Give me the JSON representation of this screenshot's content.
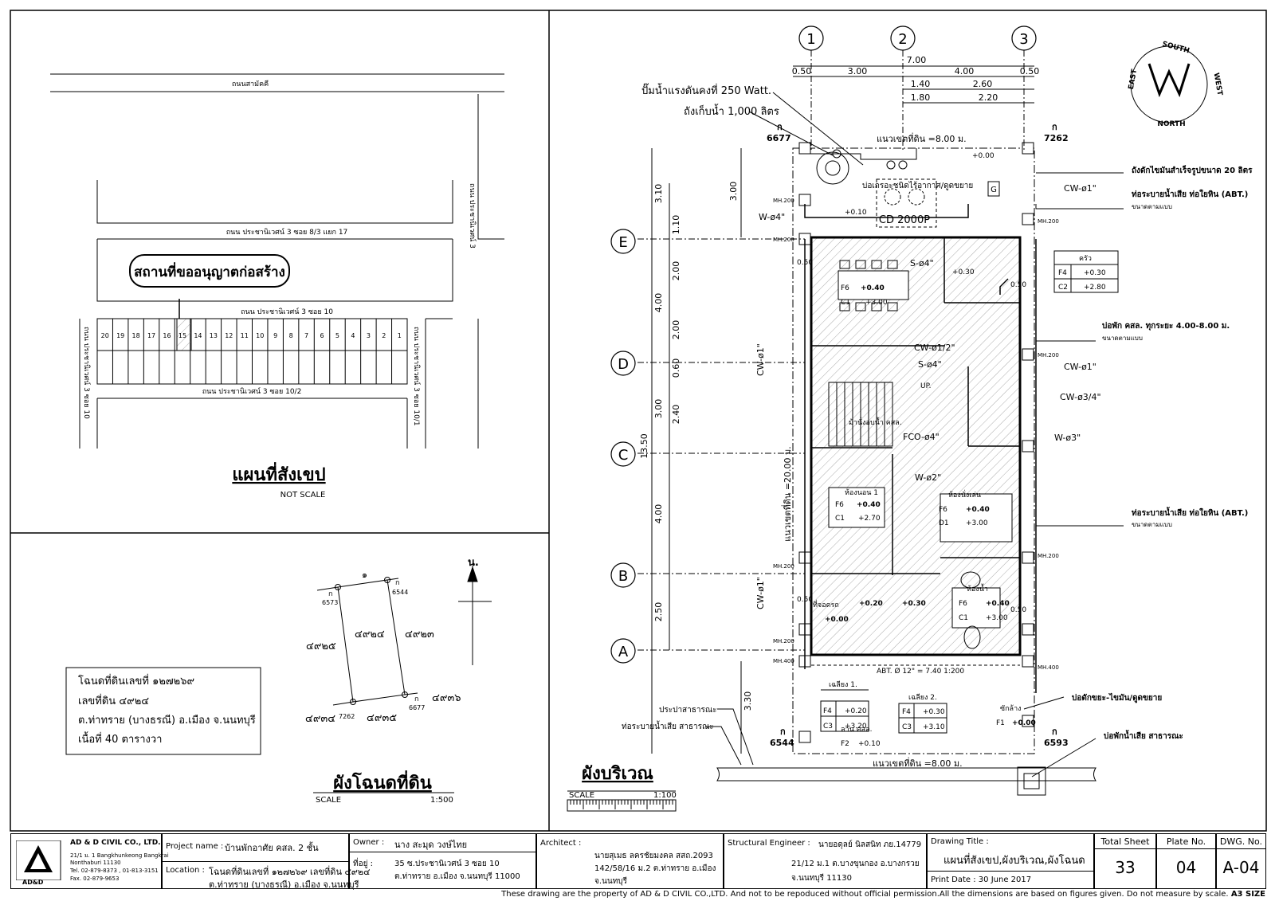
{
  "location_map": {
    "title": "แผนที่สังเขป",
    "scale_note": "NOT SCALE",
    "callout": "สถานที่ขออนุญาตก่อสร้าง",
    "roads": {
      "top": "ถนนสามัคคี",
      "upper": "ถนน ประชานิเวศน์ 3 ซอย 8/3 แยก 17",
      "middle": "ถนน ประชานิเวศน์ 3 ซอย 10",
      "lower": "ถนน ประชานิเวศน์ 3 ซอย 10/2",
      "right_vertical": "ถนน ประชานิเวศน์ 3",
      "left_vertical": "ถนน ประชานิเวศน์ 3 ซอย 10",
      "right_vertical_lower": "ถนน ประชานิเวศน์ 3 ซอย 10/1"
    },
    "lots": [
      "20",
      "19",
      "18",
      "17",
      "16",
      "15",
      "14",
      "13",
      "12",
      "11",
      "10",
      "9",
      "8",
      "7",
      "6",
      "5",
      "4",
      "3",
      "2",
      "1"
    ],
    "highlight_lot": "15"
  },
  "deed_plan": {
    "title": "ผังโฉนดที่ดิน",
    "scale_label": "SCALE",
    "scale_value": "1:500",
    "north": "น.",
    "info_lines": [
      "โฉนดที่ดินเลขที่ ๑๒๗๒๖๙",
      "เลขที่ดิน ๔๙๒๔",
      "ต.ท่าทราย (บางธรณี) อ.เมือง จ.นนทบุรี",
      "เนื้อที่ 40 ตารางวา"
    ],
    "center_lot": "๔๙๒๔",
    "top_label": "๑",
    "left_lot": "๔๙๒๕",
    "right_lot": "๔๙๒๓",
    "bottom_lot": "๔๙๓๕",
    "bottom_left_lot": "๔๙๓๔",
    "bottom_right_lot": "๔๙๓๖",
    "pins": {
      "tl_k": "ก",
      "tl": "6573",
      "tr_k": "ก",
      "tr": "6544",
      "bl": "7262",
      "br_k": "ก",
      "br": "6677"
    }
  },
  "site_plan": {
    "title": "ผังบริเวณ",
    "scale_label": "SCALE",
    "scale_value": "1:100",
    "grid_top": [
      "1",
      "2",
      "3"
    ],
    "grid_left": [
      "E",
      "D",
      "C",
      "B",
      "A"
    ],
    "dims_top": {
      "total": "7.00",
      "a": "0.50",
      "b": "3.00",
      "c": "4.00",
      "d": "0.50",
      "e": "1.40",
      "f": "2.60",
      "g": "1.80",
      "h": "2.20"
    },
    "dims_left_outer": [
      "3.10",
      "1.10",
      "4.00",
      "3.00",
      "13.50",
      "4.00",
      "2.50",
      "3.30"
    ],
    "dims_left_inner": [
      "3.00",
      "2.00",
      "2.00",
      "0.60",
      "2.40"
    ],
    "boundary_top": "แนวเขตที่ดิน =8.00 ม.",
    "boundary_bottom": "แนวเขตที่ดิน =8.00 ม.",
    "boundary_left": "แนวเขตที่ดิน =20.00 ม.",
    "pins": {
      "tl_k": "ก",
      "tl": "6677",
      "tr_k": "ก",
      "tr": "7262",
      "bl_k": "ก",
      "bl": "6544",
      "br_k": "ก",
      "br": "6593"
    },
    "pump_label": "ปั๊มน้ำแรงดันคงที่ 250 Watt.",
    "tank_label": "ถังเก็บน้ำ 1,000 ลิตร",
    "filter_label": "บ่อเกรอะชนิดไร้อากาศ/ดูดขยาย",
    "tank_model": "CD 2000P",
    "right_notes": [
      "ถังดักไขมันสำเร็จรูปขนาด 20 ลิตร",
      "ท่อระบายน้ำเสีย ท่อใยหิน (ABT.)",
      "ขนาดตามแบบ",
      "บ่อพัก คสล. ทุกระยะ 4.00-8.00 ม.",
      "ขนาดตามแบบ",
      "ท่อระบายน้ำเสีย ท่อใยหิน (ABT.)",
      "ขนาดตามแบบ",
      "บ่อดักขยะ-ไขมัน/ดูดขยาย",
      "บ่อพักน้ำเสีย สาธารณะ"
    ],
    "left_notes": [
      "ประปาสาธารณะ",
      "ท่อระบายน้ำเสีย สาธารณะ"
    ],
    "pipes": [
      "CW-ø1\"",
      "CW-ø1\"",
      "CW-ø3/4\"",
      "W-ø3\"",
      "W-ø4\"",
      "S-ø4\"",
      "CW-ø1/2\"",
      "S-ø4\"",
      "FCO-ø4\"",
      "W-ø2\"",
      "CW-ø1\"",
      "CW-ø1\""
    ],
    "elev": [
      "+0.00",
      "+0.10",
      "+0.30",
      "+0.40",
      "+0.40",
      "+0.40",
      "+0.40",
      "+0.20",
      "+0.30",
      "+0.00",
      "+0.00",
      "+0.10"
    ],
    "mh": "MH.200",
    "mh400": "MH.400",
    "up": "UP.",
    "stair_note": "ม้านั่งอบน้ำ คสล.",
    "abt_note": "ABT. Ø 12\" = 7.40 1:200",
    "rooms": {
      "kitchen": "ครัว",
      "k_f": "F4",
      "k_fv": "+0.30",
      "k_c": "C2",
      "k_cv": "+2.80",
      "dining_f": "F6",
      "dining_fv": "+0.40",
      "dining_c": "C1",
      "dining_cv": "+3.00",
      "bed1": "ห้องนอน 1",
      "bed1_f": "F6",
      "bed1_fv": "+0.40",
      "bed1_c": "C1",
      "bed1_cv": "+2.70",
      "living": "ห้องนั่งเล่น",
      "liv_f": "F6",
      "liv_fv": "+0.40",
      "liv_c": "D1",
      "liv_cv": "+3.00",
      "bath": "ห้องน้ำ",
      "bath_f": "F6",
      "bath_fv": "+0.40",
      "bath_c": "C1",
      "bath_cv": "+3.00",
      "porch": "ที่จอดรถ",
      "ter1": "เฉลียง 1.",
      "ter1_f": "F4",
      "ter1_fv": "+0.20",
      "ter1_c": "C3",
      "ter1_cv": "+3.20",
      "ter2": "เฉลียง 2.",
      "ter2_f": "F4",
      "ter2_fv": "+0.30",
      "ter2_c": "C3",
      "ter2_cv": "+3.10",
      "yard": "ลาน คสล.",
      "yard_f": "F2",
      "yard_fv": "+0.10",
      "laundry": "ซักล้าง",
      "laun_f": "F1",
      "laun_fv": "+0.00"
    },
    "half_dims": [
      "0.50",
      "0.50",
      "0.50",
      "0.50"
    ]
  },
  "title_block": {
    "company": "AD & D CIVIL CO., LTD.",
    "company_addr": [
      "21/1 ม. 1 Bangkhunkeong Bangkrai",
      "Nonthaburi 11130",
      "Tel. 02-879-8373 , 01-813-3151",
      "Fax. 02-879-9653"
    ],
    "logo_text": "AD&D",
    "project_label": "Project name :",
    "project_value": "บ้านพักอาศัย คสล. 2 ชั้น",
    "location_label": "Location :",
    "location_value": "โฉนดที่ดินเลขที่ ๑๒๗๒๖๙ เลขที่ดิน ๔๙๒๔",
    "location_value2": "ต.ท่าทราย (บางธรณี) อ.เมือง จ.นนทบุรี",
    "owner_label": "Owner :",
    "owner_value": "นาง สะมุด วงษ์ไทย",
    "owner_addr_label": "ที่อยู่ :",
    "owner_addr": [
      "35 ซ.ประชานิเวศน์ 3 ซอย 10",
      "ต.ท่าทราย อ.เมือง จ.นนทบุรี 11000"
    ],
    "architect_label": "Architect :",
    "architect_value": "นายสุเมธ ลครชัยมงคล สสถ.2093",
    "architect_addr": [
      "142/58/16 ม.2 ต.ท่าทราย อ.เมือง",
      "จ.นนทบุรี"
    ],
    "engineer_label": "Structural Engineer :",
    "engineer_value": "นายอดุลย์ นิลสนิท ภย.14779",
    "engineer_addr": [
      "21/12 ม.1 ต.บางขุนกอง อ.บางกรวย",
      "จ.นนทบุรี 11130"
    ],
    "drawing_title_label": "Drawing Title :",
    "drawing_title": "แผนที่สังเขป,ผังบริเวณ,ผังโฉนด",
    "print_date": "Print Date :  30 June 2017",
    "total_sheet_label": "Total Sheet",
    "total_sheet": "33",
    "plate_label": "Plate No.",
    "plate": "04",
    "dwg_label": "DWG. No.",
    "dwg": "A-04"
  },
  "footer": "These drawing are the property of AD & D CIVIL CO.,LTD. And not to be repoduced without official permission.All the dimensions are based on figures given. Do not measure by scale.",
  "footer_size": "A3 SIZE",
  "compass": {
    "north": "NORTH",
    "south": "SOUTH",
    "west": "WEST",
    "east": "EAST"
  }
}
